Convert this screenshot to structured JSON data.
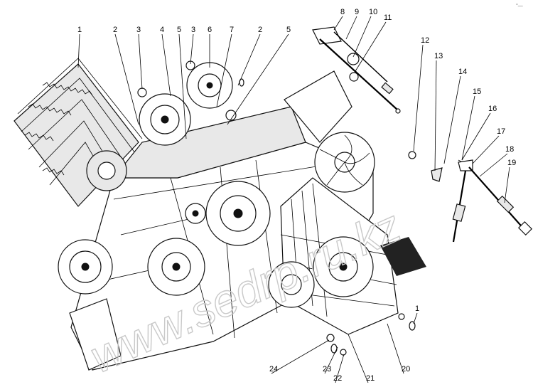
{
  "corner_mark": "°—",
  "watermark": "www.sedrp.ru.kz",
  "callouts": [
    "1",
    "2",
    "3",
    "4",
    "5",
    "3",
    "6",
    "7",
    "2",
    "5",
    "8",
    "9",
    "10",
    "11",
    "12",
    "13",
    "14",
    "15",
    "16",
    "17",
    "18",
    "19",
    "1",
    "20",
    "21",
    "22",
    "23",
    "24"
  ],
  "colors": {
    "line": "#111111",
    "shade": "#e8e8e8",
    "watermark": "#c9c9c9",
    "belt": "#222222"
  }
}
